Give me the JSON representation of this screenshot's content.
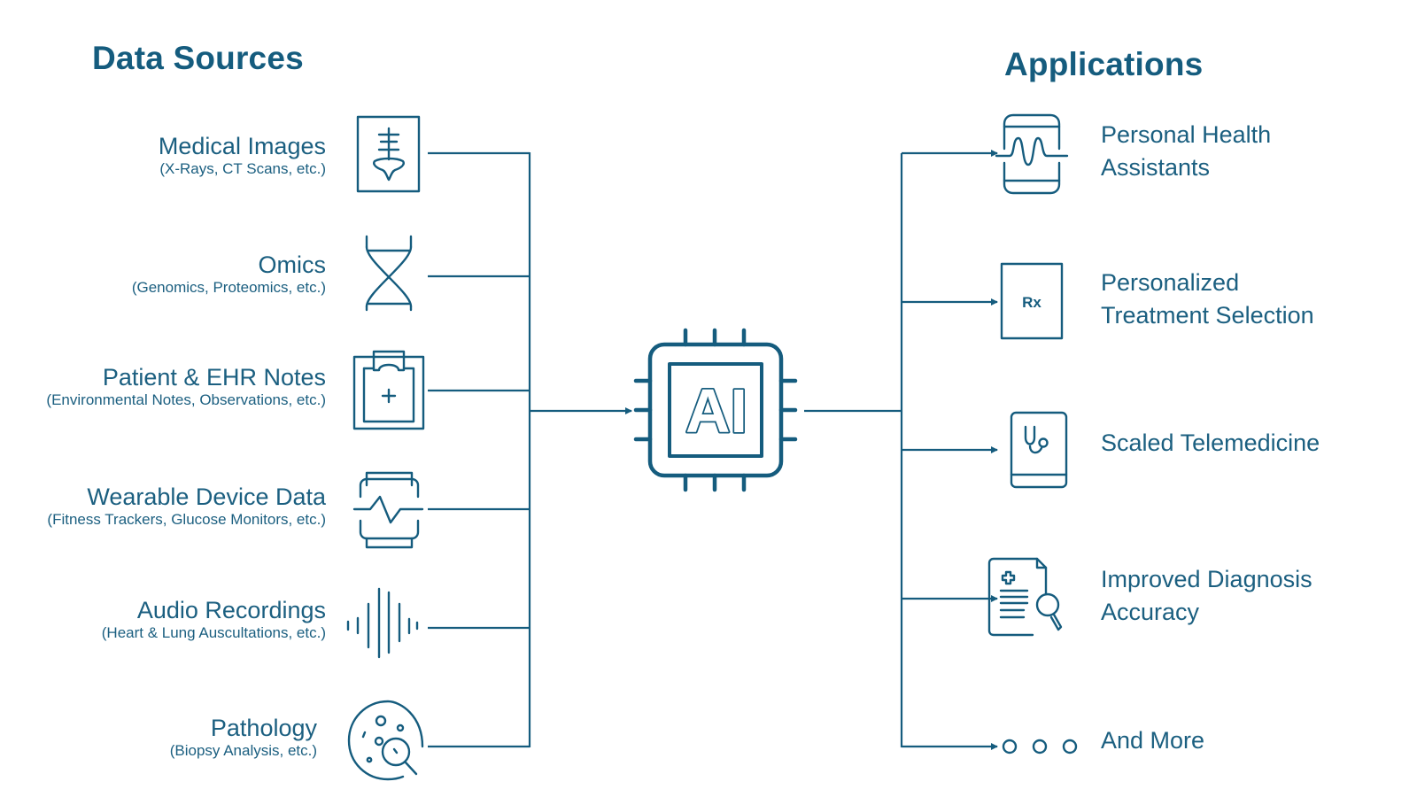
{
  "diagram": {
    "left_heading": "Data Sources",
    "right_heading": "Applications",
    "center": {
      "label": "AI",
      "icon": "ai-chip-icon"
    },
    "color": "#155c7e",
    "sources": [
      {
        "title": "Medical Images",
        "subtitle": "(X-Rays, CT Scans, etc.)",
        "icon": "xray-icon"
      },
      {
        "title": "Omics",
        "subtitle": "(Genomics, Proteomics, etc.)",
        "icon": "dna-icon"
      },
      {
        "title": "Patient & EHR Notes",
        "subtitle": "(Environmental Notes, Observations, etc.)",
        "icon": "clipboard-icon"
      },
      {
        "title": "Wearable Device Data",
        "subtitle": "(Fitness Trackers, Glucose Monitors, etc.)",
        "icon": "smartwatch-icon"
      },
      {
        "title": "Audio Recordings",
        "subtitle": "(Heart & Lung Auscultations, etc.)",
        "icon": "audio-wave-icon"
      },
      {
        "title": "Pathology",
        "subtitle": "(Biopsy Analysis, etc.)",
        "icon": "petri-dish-icon"
      }
    ],
    "applications": [
      {
        "lines": [
          "Personal Health",
          "Assistants"
        ],
        "icon": "health-phone-icon"
      },
      {
        "lines": [
          "Personalized",
          "Treatment Selection"
        ],
        "icon": "prescription-icon",
        "icon_text": "Rx"
      },
      {
        "lines": [
          "Scaled Telemedicine"
        ],
        "icon": "telemedicine-icon"
      },
      {
        "lines": [
          "Improved Diagnosis",
          "Accuracy"
        ],
        "icon": "diagnosis-report-icon"
      },
      {
        "lines": [
          "And More"
        ],
        "icon": "ellipsis-icon"
      }
    ]
  }
}
